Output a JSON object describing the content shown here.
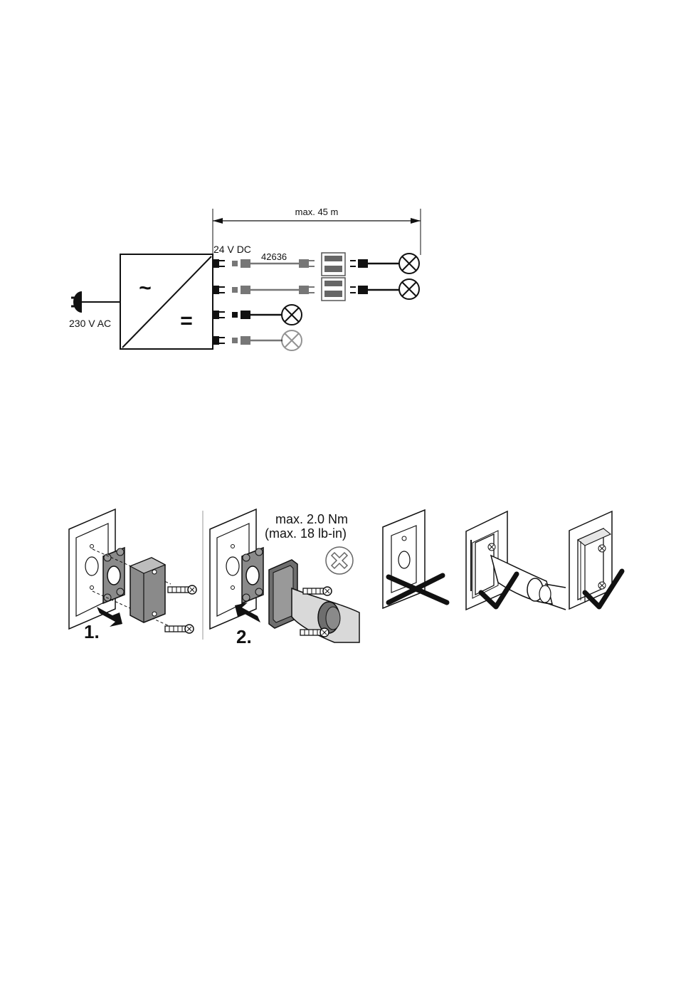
{
  "wiring": {
    "distance_label": "max. 45 m",
    "output_label": "24 V DC",
    "cable_label": "42636",
    "input_label": "230 V AC",
    "ac_symbol": "~",
    "dc_symbol": "="
  },
  "mounting": {
    "step1_label": "1.",
    "step2_label": "2.",
    "torque_label": "max. 2.0 Nm",
    "torque_label_imperial": "(max. 18 lb-in)"
  },
  "icons": {
    "lamp": "lamp-icon",
    "plug": "power-plug-icon",
    "screw": "phillips-screwdriver-icon",
    "wrong": "cross-mark-icon",
    "right": "check-mark-icon"
  }
}
